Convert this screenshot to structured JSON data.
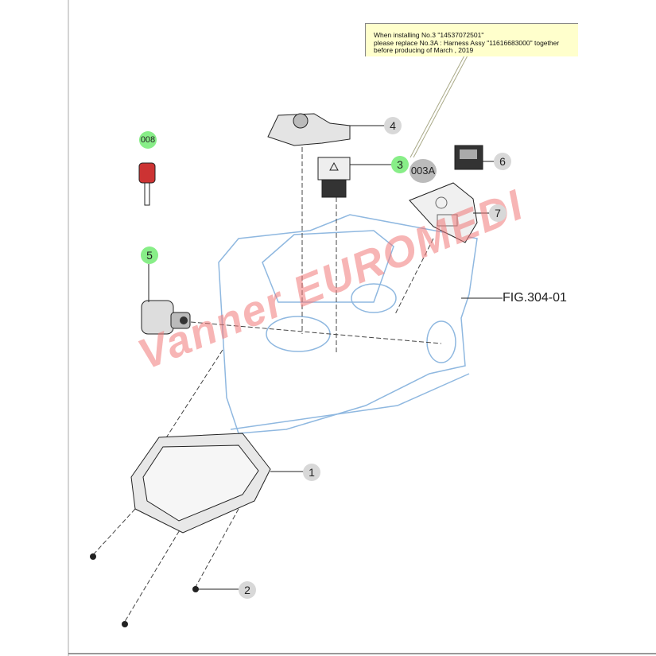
{
  "note": {
    "line1": "When installing No.3 \"14537072501\"",
    "line2": "please replace No.3A : Harness Assy \"11616683000\" together",
    "line3": "before producing of March , 2019"
  },
  "callouts": {
    "c008": "008",
    "c5": "5",
    "c4": "4",
    "c3": "3",
    "c003a": "003A",
    "c6": "6",
    "c7": "7",
    "c1": "1",
    "c2": "2"
  },
  "figure_ref": "FIG.304-01",
  "watermark": "Vanner EUROMEDI"
}
